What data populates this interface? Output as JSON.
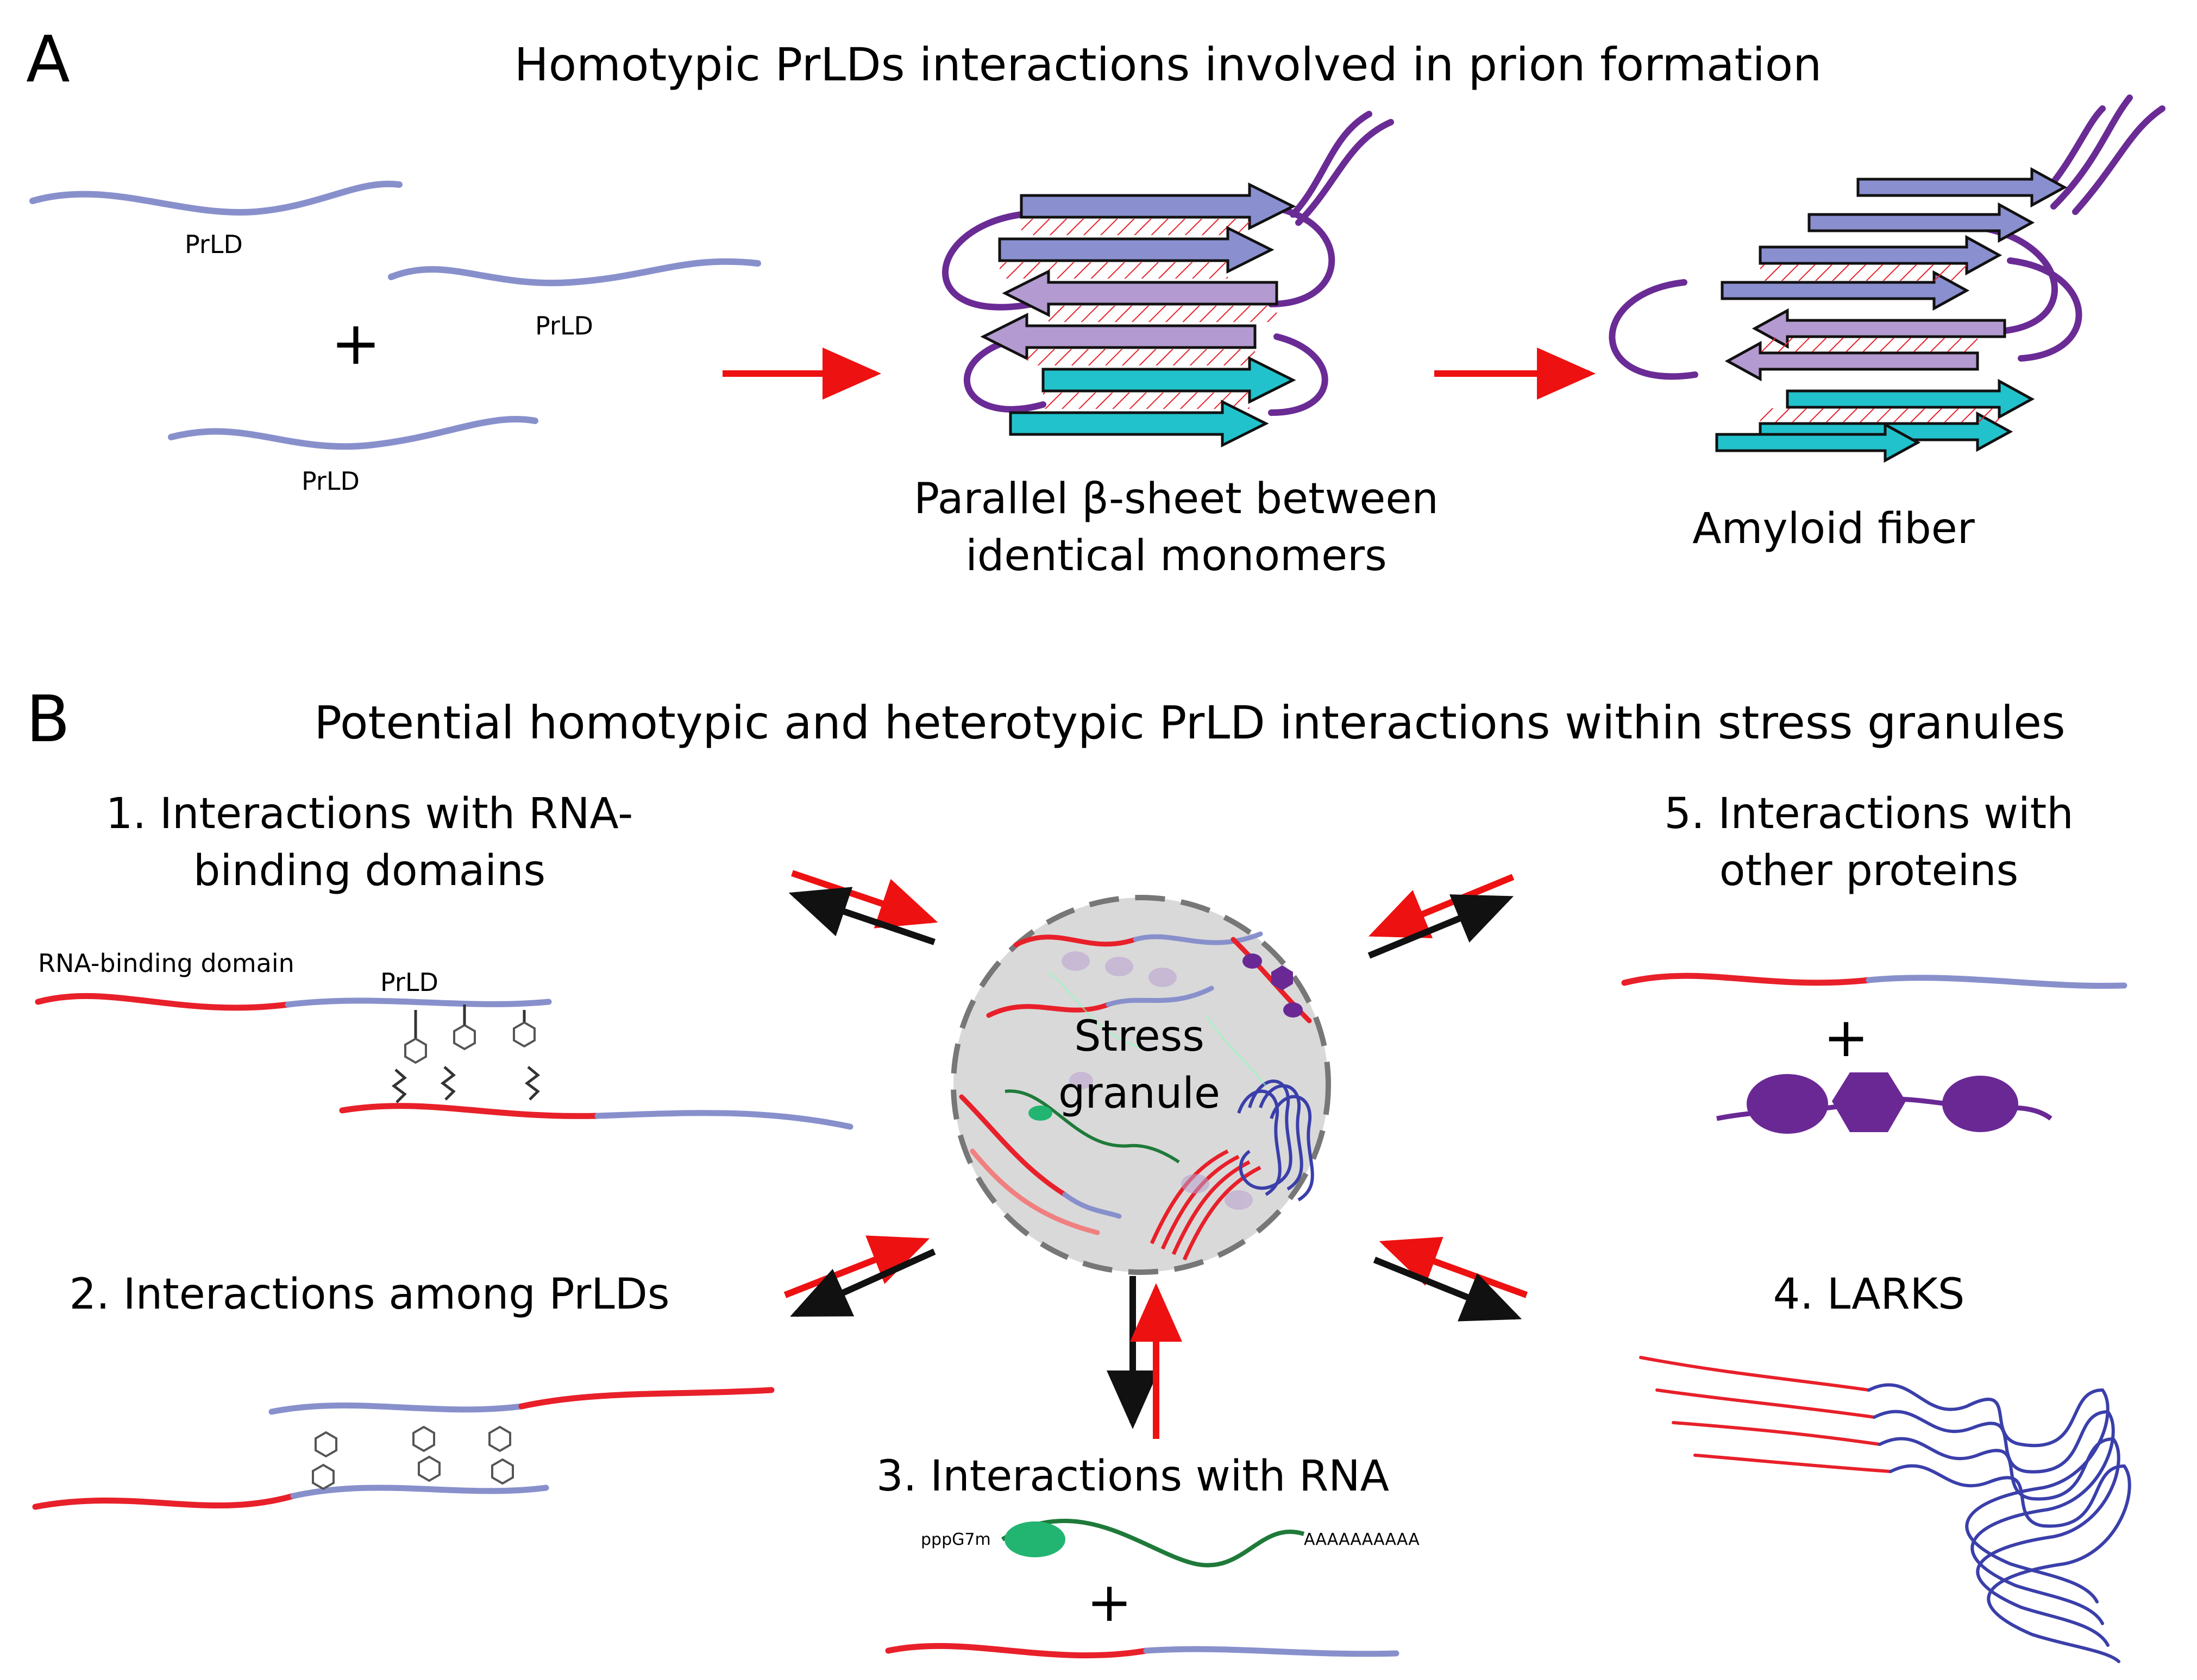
{
  "colors": {
    "prld_blue": "#8890cc",
    "rna_binding_red": "#e8202a",
    "arrow_red": "#ee1111",
    "arrow_black": "#111111",
    "beta_lavender": "#8a8fcf",
    "beta_lilac": "#b39ad0",
    "beta_cyan": "#22c2cc",
    "loop_purple": "#6a2b95",
    "granule_gray": "#d9d9d9",
    "protein_purple": "#6a2895",
    "larks_navy": "#3a3faa",
    "rna_green": "#1f7a3a",
    "cap_green": "#22b572"
  },
  "panel_a": {
    "letter": "A",
    "title": "Homotypic PrLDs interactions involved in prion formation",
    "monomer_labels": [
      "PrLD",
      "PrLD",
      "PrLD"
    ],
    "plus": "+",
    "beta_sheet_caption_line1": "Parallel β-sheet between",
    "beta_sheet_caption_line2": "identical monomers",
    "fiber_caption": "Amyloid fiber"
  },
  "panel_b": {
    "letter": "B",
    "title": "Potential homotypic and heterotypic PrLD interactions within stress granules",
    "granule_label_line1": "Stress",
    "granule_label_line2": "granule",
    "item1_line1": "1. Interactions with RNA-",
    "item1_line2": "binding domains",
    "item1_rbd_label": "RNA-binding  domain",
    "item1_prld_label": "PrLD",
    "item2": "2. Interactions among PrLDs",
    "item3": "3. Interactions with RNA",
    "item3_cap": "pppG7m",
    "item3_polya": "AAAAAAAAAA",
    "item3_plus": "+",
    "item4": "4. LARKS",
    "item5_line1": "5. Interactions with",
    "item5_line2": "other proteins",
    "item5_plus": "+"
  }
}
